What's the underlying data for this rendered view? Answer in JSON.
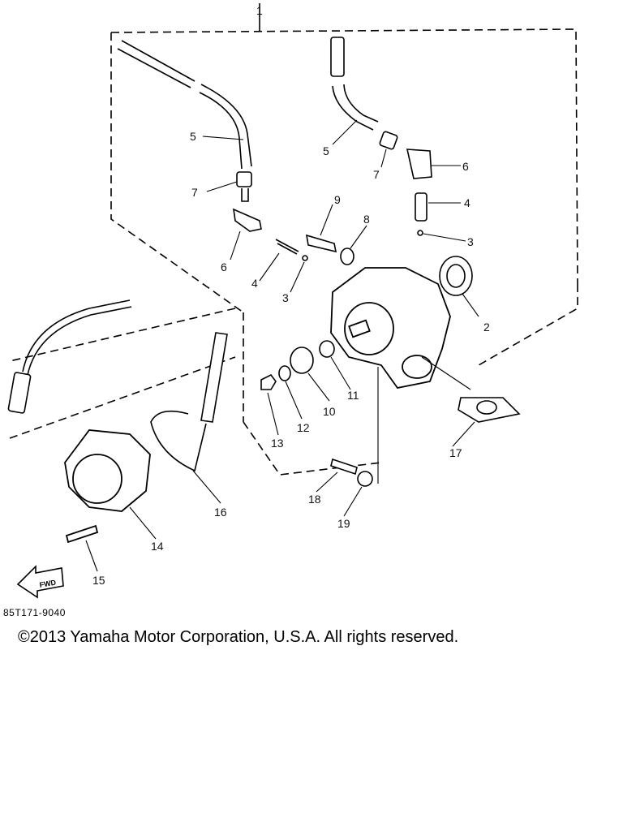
{
  "diagram": {
    "callouts": [
      "1",
      "2",
      "3",
      "3",
      "4",
      "4",
      "5",
      "5",
      "6",
      "6",
      "7",
      "7",
      "8",
      "9",
      "10",
      "11",
      "12",
      "13",
      "14",
      "15",
      "16",
      "17",
      "18",
      "19"
    ],
    "fwd_label": "FWD",
    "drawing_number": "85T171-9040"
  },
  "footer": {
    "copyright": "©2013 Yamaha Motor Corporation, U.S.A. All rights reserved."
  }
}
